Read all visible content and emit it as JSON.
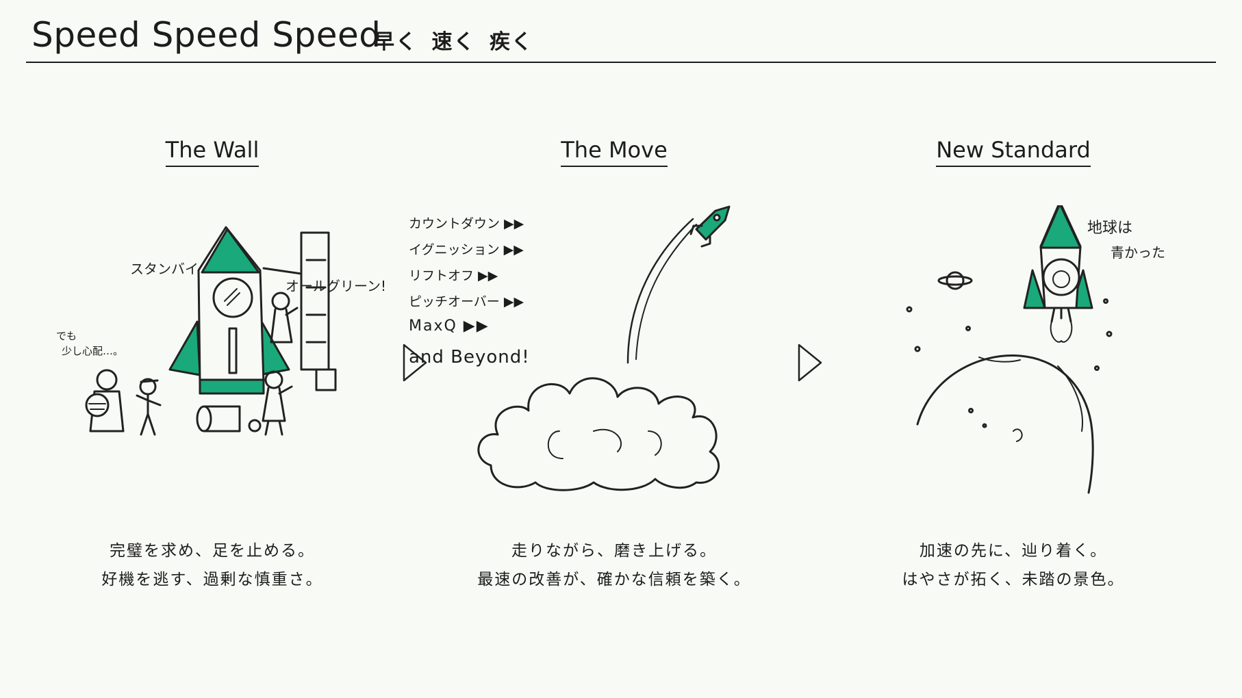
{
  "header": {
    "title_en": "Speed Speed Speed",
    "title_ja": "早く 速く 疾く"
  },
  "columns": [
    {
      "title": "The Wall",
      "caption_line1": "完璧を求め、足を止める。",
      "caption_line2": "好機を逃す、過剰な慎重さ。",
      "illus_labels": {
        "standby": "スタンバイ",
        "allgreen": "オールグリーン!",
        "worry_line1": "でも",
        "worry_line2": "少し心配…。"
      }
    },
    {
      "title": "The Move",
      "caption_line1": "走りながら、磨き上げる。",
      "caption_line2": "最速の改善が、確かな信頼を築く。",
      "steps": [
        "カウントダウン ▶▶",
        "イグニッション ▶▶",
        "リフトオフ ▶▶",
        "ピッチオーバー ▶▶",
        "MaxQ ▶▶",
        "and Beyond!"
      ]
    },
    {
      "title": "New Standard",
      "caption_line1": "加速の先に、辿り着く。",
      "caption_line2": "はやさが拓く、未踏の景色。",
      "illus_labels": {
        "earth_line1": "地球は",
        "earth_line2": "青かった"
      }
    }
  ],
  "icons": {
    "arrow": "triangle-right-outline-icon"
  },
  "colors": {
    "accent": "#1aa97a",
    "ink": "#1c1c1c",
    "background": "#f8faf5"
  }
}
